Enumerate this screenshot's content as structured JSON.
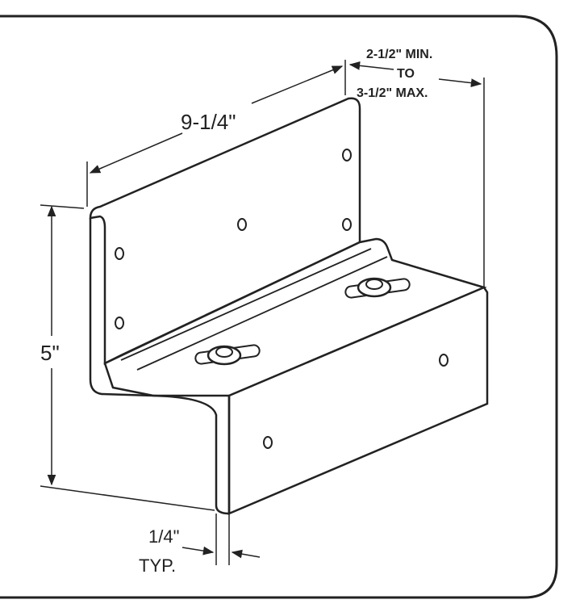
{
  "dimensions": {
    "length": "9-1/4\"",
    "height": "5\"",
    "thickness": "1/4\"",
    "thickness_note": "TYP.",
    "depth_min": "2-1/2\" MIN.",
    "depth_to": "TO",
    "depth_max": "3-1/2\" MAX."
  },
  "colors": {
    "line": "#222222",
    "fill": "#ffffff"
  }
}
